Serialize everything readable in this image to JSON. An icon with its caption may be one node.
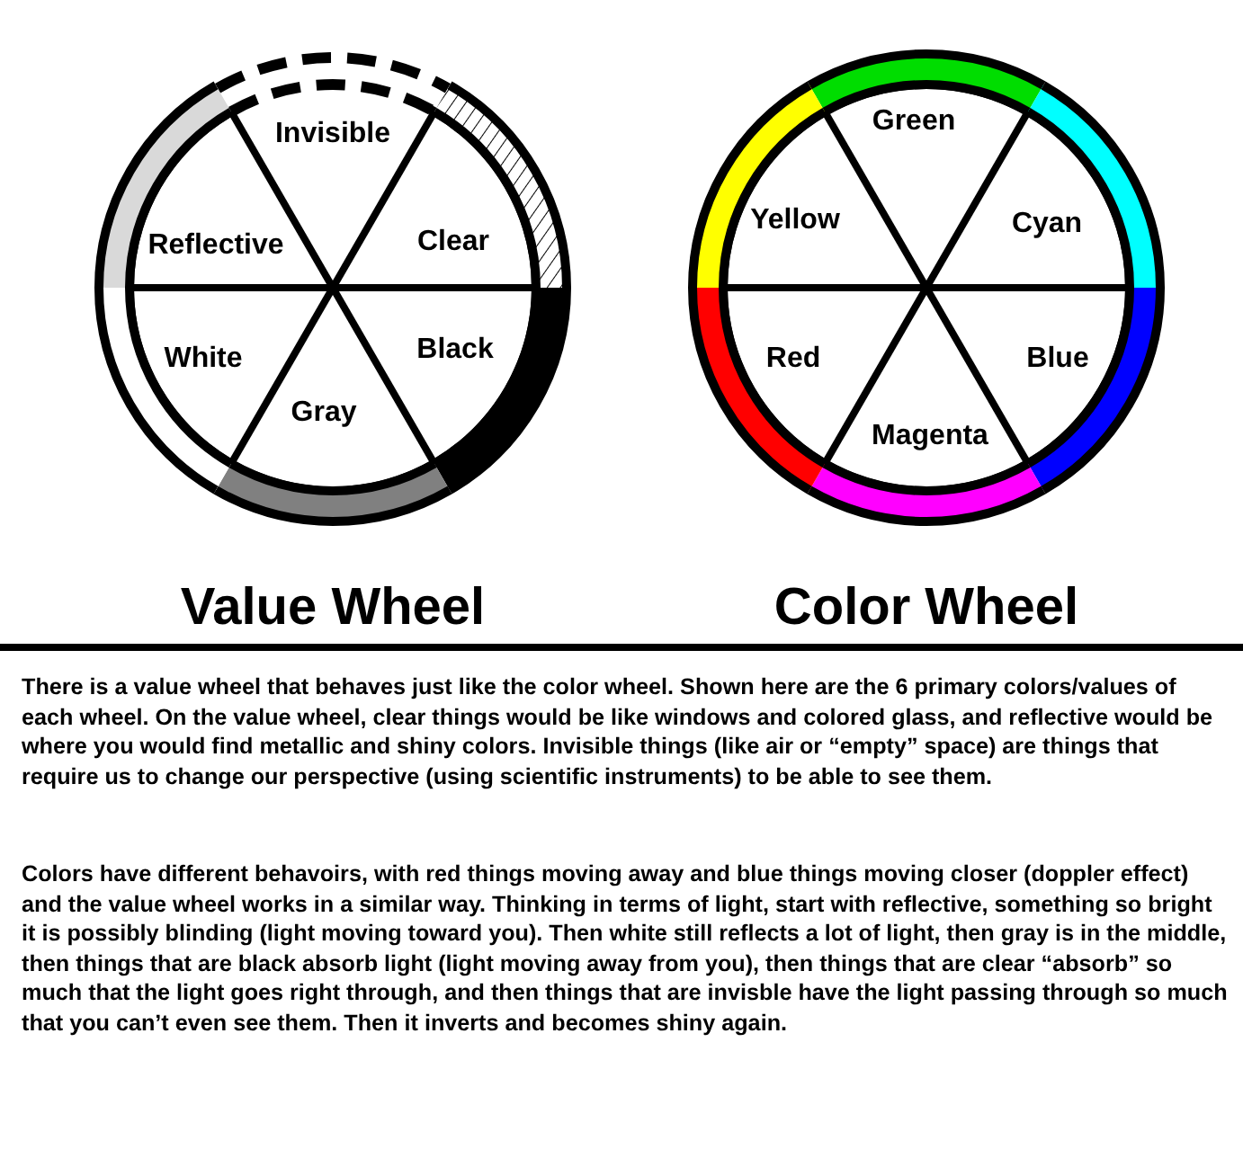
{
  "diagram": {
    "nodes": [
      {
        "text": [
          "Value Wheel"
        ]
      },
      {
        "text": [
          "Invisible"
        ],
        "in": 0
      },
      {
        "text": [
          "Clear"
        ],
        "in": 0
      },
      {
        "text": [
          "Black"
        ],
        "in": 0
      },
      {
        "text": [
          "Gray"
        ],
        "in": 0
      },
      {
        "text": [
          "White"
        ],
        "in": 0
      },
      {
        "text": [
          "Reflective"
        ],
        "in": 0
      },
      {
        "text": [
          "Color Wheel"
        ]
      },
      {
        "text": [
          "Green"
        ],
        "in": 7
      },
      {
        "text": [
          "Cyan"
        ],
        "in": 7
      },
      {
        "text": [
          "Blue"
        ],
        "in": 7
      },
      {
        "text": [
          "Magenta"
        ],
        "in": 7
      },
      {
        "text": [
          "Red"
        ],
        "in": 7
      },
      {
        "text": [
          "Yellow"
        ],
        "in": 7
      }
    ],
    "labels": [
      "There is a value wheel that behaves just like the color wheel. Shown here are the 6 primary colors/values of each wheel. On the value wheel, clear things would be like windows and colored glass, and reflective would be where you would find metallic and shiny colors. Invisible things (like air or “empty” space) are things that require us to change our perspective (using scientific instruments) to be able to see them.",
      "Colors have different behavoirs, with red things moving away and blue things moving closer (doppler effect) and the value wheel works in a similar way. Thinking in terms of light, start with reflective, something so bright it is possibly blinding (light moving toward you). Then white still reflects a lot of light, then gray is in the middle, then things that are black absorb light (light moving away from you), then things that are clear “absorb” so much that the light goes right through, and then things that are invisble have the light passing through so much that you can’t even see them. Then it inverts and becomes shiny again."
    ]
  }
}
